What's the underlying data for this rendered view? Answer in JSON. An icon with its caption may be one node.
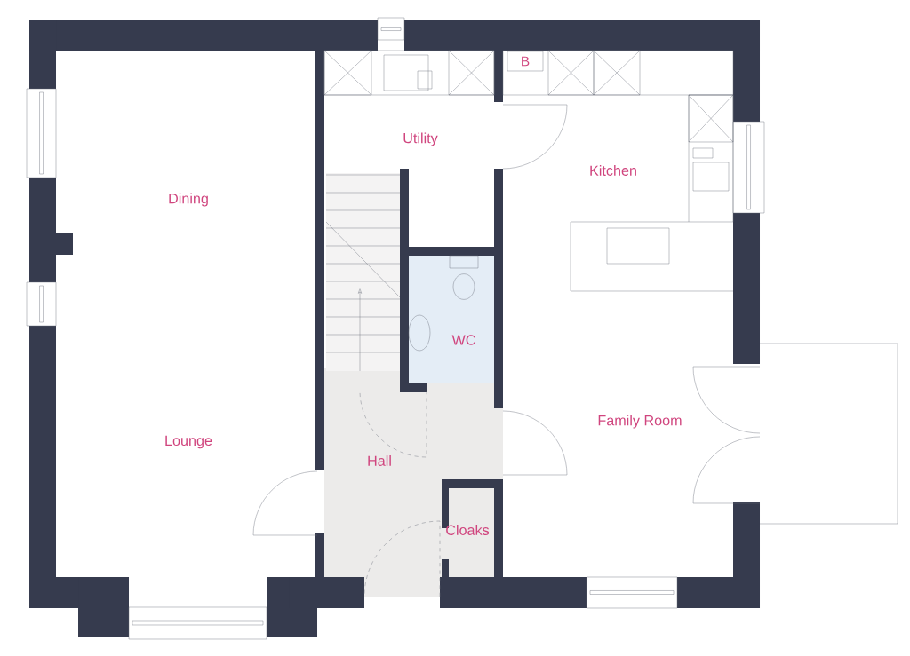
{
  "diagram": {
    "nodes": [
      {
        "text": [
          "B"
        ]
      }
    ],
    "labels": [
      "Utility",
      "Kitchen",
      "Dining",
      "WC",
      "Family Room",
      "Lounge",
      "Hall",
      "Cloaks"
    ]
  }
}
